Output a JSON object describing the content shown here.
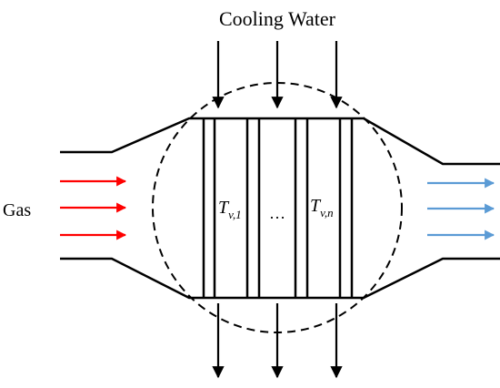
{
  "labels": {
    "cooling_water": "Cooling Water",
    "gas": "Gas",
    "tube_first": {
      "main": "T",
      "sub": "v,1"
    },
    "tube_last": {
      "main": "T",
      "sub": "v,n"
    },
    "ellipsis": "…"
  },
  "colors": {
    "stroke": "#000000",
    "gas_inlet_arrows": "#ff0000",
    "gas_outlet_arrows": "#5b9bd5"
  }
}
